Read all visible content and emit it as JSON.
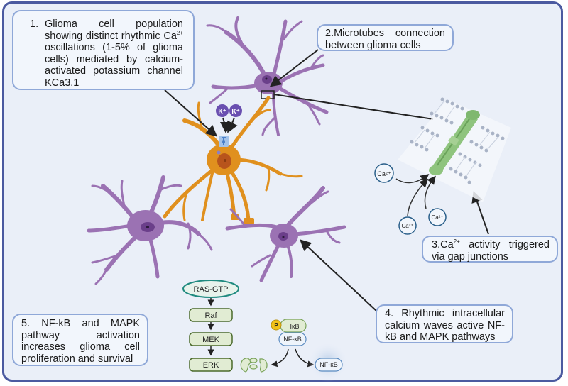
{
  "callouts": {
    "c1": {
      "number": "1.",
      "line1": "Glioma cell population showing distinct rhythmic",
      "ion": "Ca",
      "ion_charge": "2+",
      "line2": " oscillations (1-5% of glioma cells) mediated by calcium-activated potassium channel KCa3.1"
    },
    "c2": {
      "text": "2.Microtubes connection between glioma cells"
    },
    "c3": {
      "prefix": "3.Ca",
      "charge": "2+",
      "text": " activity triggered via gap junctions"
    },
    "c4": {
      "text": "4. Rhythmic intracellular calcium waves active NF-kB and MAPK pathways"
    },
    "c5": {
      "text": "5. NF-kB and MAPK pathway activation increases glioma cell proliferation and survival"
    }
  },
  "ions": {
    "potassium": [
      "K⁺",
      "K⁺"
    ],
    "calcium": [
      "Ca²⁺",
      "Ca²⁺",
      "Ca²⁺"
    ]
  },
  "mapk_pathway": {
    "start": "RAS-GTP",
    "steps": [
      "Raf",
      "MEK",
      "ERK"
    ]
  },
  "nfkb_pathway": {
    "phospho": "P",
    "inhibitor": "IκB",
    "complex": "NF-κB",
    "released": "NF-κB"
  },
  "colors": {
    "frame_border": "#4b5aa0",
    "background": "#eaeff8",
    "astrocyte": "#9b72b3",
    "glioma_cell": "#e0901e",
    "gap_junction": "#8fc47e",
    "callout_border": "#8fa8d8",
    "ras_border": "#1f8a7f",
    "kinase_fill": "#e1ecd3"
  }
}
